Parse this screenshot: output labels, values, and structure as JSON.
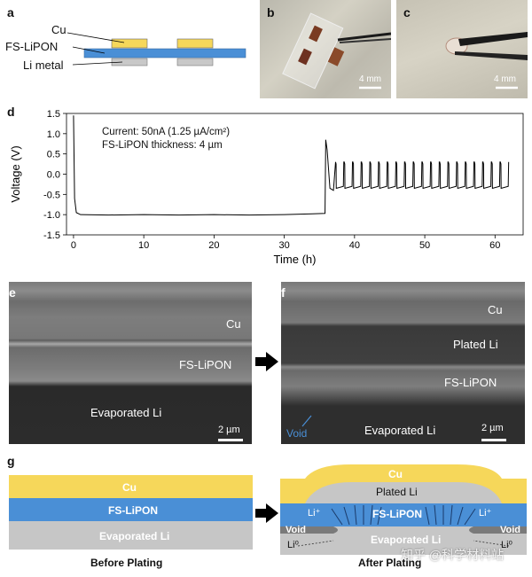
{
  "panels": {
    "a": {
      "letter": "a",
      "labels": {
        "cu": "Cu",
        "fs": "FS-LiPON",
        "li": "Li metal"
      },
      "colors": {
        "cu": "#f6d75a",
        "fs": "#4a8fd6",
        "li": "#c8c8c8"
      }
    },
    "b": {
      "letter": "b",
      "scale": "4 mm"
    },
    "c": {
      "letter": "c",
      "scale": "4 mm"
    },
    "d": {
      "letter": "d"
    },
    "e": {
      "letter": "e",
      "cu": "Cu",
      "fs": "FS-LiPON",
      "li": "Evaporated Li",
      "scale": "2 µm"
    },
    "f": {
      "letter": "f",
      "cu": "Cu",
      "plated": "Plated Li",
      "fs": "FS-LiPON",
      "void": "Void",
      "li": "Evaporated Li",
      "scale": "2 µm"
    },
    "g": {
      "letter": "g",
      "before": {
        "cu": "Cu",
        "fs": "FS-LiPON",
        "li": "Evaporated Li",
        "caption": "Before Plating"
      },
      "after": {
        "cu": "Cu",
        "plated": "Plated Li",
        "fs": "FS-LiPON",
        "li": "Evaporated Li",
        "void_left": "Void",
        "void_right": "Void",
        "liplus_left": "Li⁺",
        "liplus_right": "Li⁺",
        "li0_left": "Li⁰",
        "li0_right": "Li⁰",
        "caption": "After Plating"
      },
      "watermark": "知乎 @科学材料站"
    }
  },
  "chart_data": {
    "type": "line",
    "annotation_line1": "Current: 50nA (1.25 µA/cm²)",
    "annotation_line2": "FS-LiPON thickness: 4 µm",
    "xlabel": "Time (h)",
    "ylabel": "Voltage (V)",
    "xlim": [
      -1,
      64
    ],
    "ylim": [
      -1.5,
      1.5
    ],
    "xticks": [
      0,
      10,
      20,
      30,
      40,
      50,
      60
    ],
    "yticks": [
      -1.5,
      -1.0,
      -0.5,
      0.0,
      0.5,
      1.0,
      1.5
    ],
    "ytick_labels": [
      "-1.5",
      "-1.0",
      "-0.5",
      "0.0",
      "0.5",
      "1.0",
      "1.5"
    ],
    "line_color": "#000000",
    "series": [
      {
        "x": [
          0,
          0.15,
          0.4,
          1,
          5,
          10,
          15,
          20,
          25,
          30,
          34,
          35.8,
          35.9,
          36.1,
          36.5,
          37.0,
          37.3
        ],
        "y": [
          1.45,
          -0.6,
          -0.95,
          -1.0,
          -1.01,
          -1.0,
          -1.01,
          -1.0,
          -1.01,
          -1.0,
          -0.98,
          -0.97,
          0.85,
          0.6,
          -0.35,
          -0.4,
          0.3
        ]
      }
    ],
    "cycles": {
      "start": 37.3,
      "end": 62.0,
      "count": 20,
      "high": 0.3,
      "low": -0.35
    }
  }
}
